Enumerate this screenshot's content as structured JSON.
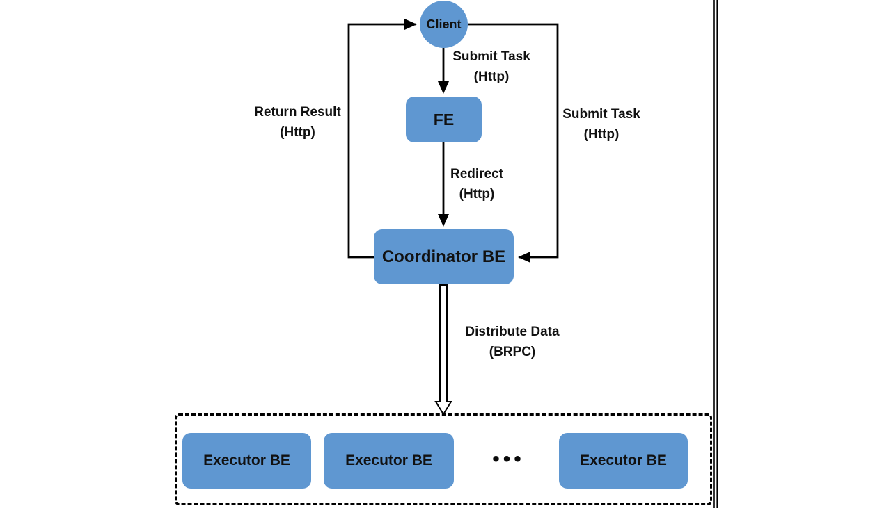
{
  "colors": {
    "canvas_bg": "#FFFFFF",
    "node_fill": "#5F97D1",
    "connector": "#000000",
    "text": "#111111"
  },
  "nodes": {
    "client": {
      "label": "Client"
    },
    "fe": {
      "label": "FE"
    },
    "coordinator": {
      "label": "Coordinator BE"
    },
    "executor_1": {
      "label": "Executor BE"
    },
    "executor_2": {
      "label": "Executor BE"
    },
    "executor_3": {
      "label": "Executor BE"
    },
    "executor_ellipsis": "•••"
  },
  "edge_labels": {
    "submit_task_client_fe": {
      "line1": "Submit Task",
      "line2": "(Http)"
    },
    "redirect_fe_coordinator": {
      "line1": "Redirect",
      "line2": "(Http)"
    },
    "return_result_left": {
      "line1": "Return Result",
      "line2": "(Http)"
    },
    "submit_task_right": {
      "line1": "Submit Task",
      "line2": "(Http)"
    },
    "distribute_data": {
      "line1": "Distribute Data",
      "line2": "(BRPC)"
    }
  }
}
